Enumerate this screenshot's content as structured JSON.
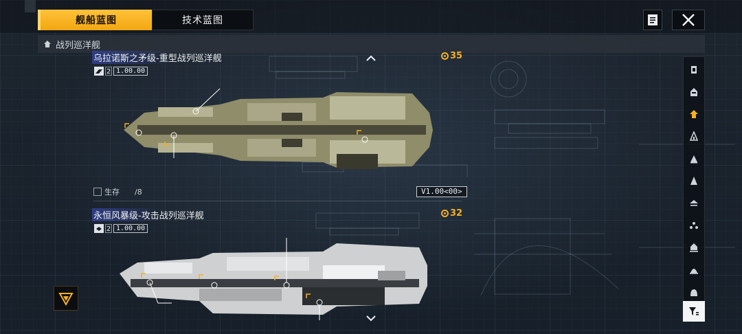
{
  "tabs": [
    {
      "label": "舰船蓝图",
      "active": true
    },
    {
      "label": "技术蓝图",
      "active": false
    }
  ],
  "category": {
    "label": "战列巡洋舰",
    "icon": "battlecruiser-icon"
  },
  "ships": [
    {
      "name": "乌拉诺斯之矛级-重型战列巡洋舰",
      "badge_count": "2",
      "version_badge": "1.00.00",
      "cost": "35",
      "survive_label": "生存",
      "survive_value": "/8",
      "version_box": "V1.00<00>",
      "hull_color": "#9c9b76"
    },
    {
      "name": "永恒风暴级-攻击战列巡洋舰",
      "badge_count": "2",
      "version_badge": "1.00.00",
      "cost": "32",
      "hull_color": "#d9dadb"
    }
  ],
  "sidebar_filters": [
    {
      "icon": "carrier-icon",
      "active": false
    },
    {
      "icon": "battleship-icon",
      "active": false
    },
    {
      "icon": "battlecruiser-icon",
      "active": true
    },
    {
      "icon": "cruiser-icon",
      "active": false
    },
    {
      "icon": "destroyer-icon",
      "active": false
    },
    {
      "icon": "frigate-icon",
      "active": false
    },
    {
      "icon": "corvette-icon",
      "active": false
    },
    {
      "icon": "fighter-icon",
      "active": false
    },
    {
      "icon": "auxiliary-icon",
      "active": false
    },
    {
      "icon": "support-icon",
      "active": false
    },
    {
      "icon": "misc-icon",
      "active": false
    }
  ],
  "colors": {
    "accent": "#f4b021",
    "panel": "#0b0e12"
  }
}
